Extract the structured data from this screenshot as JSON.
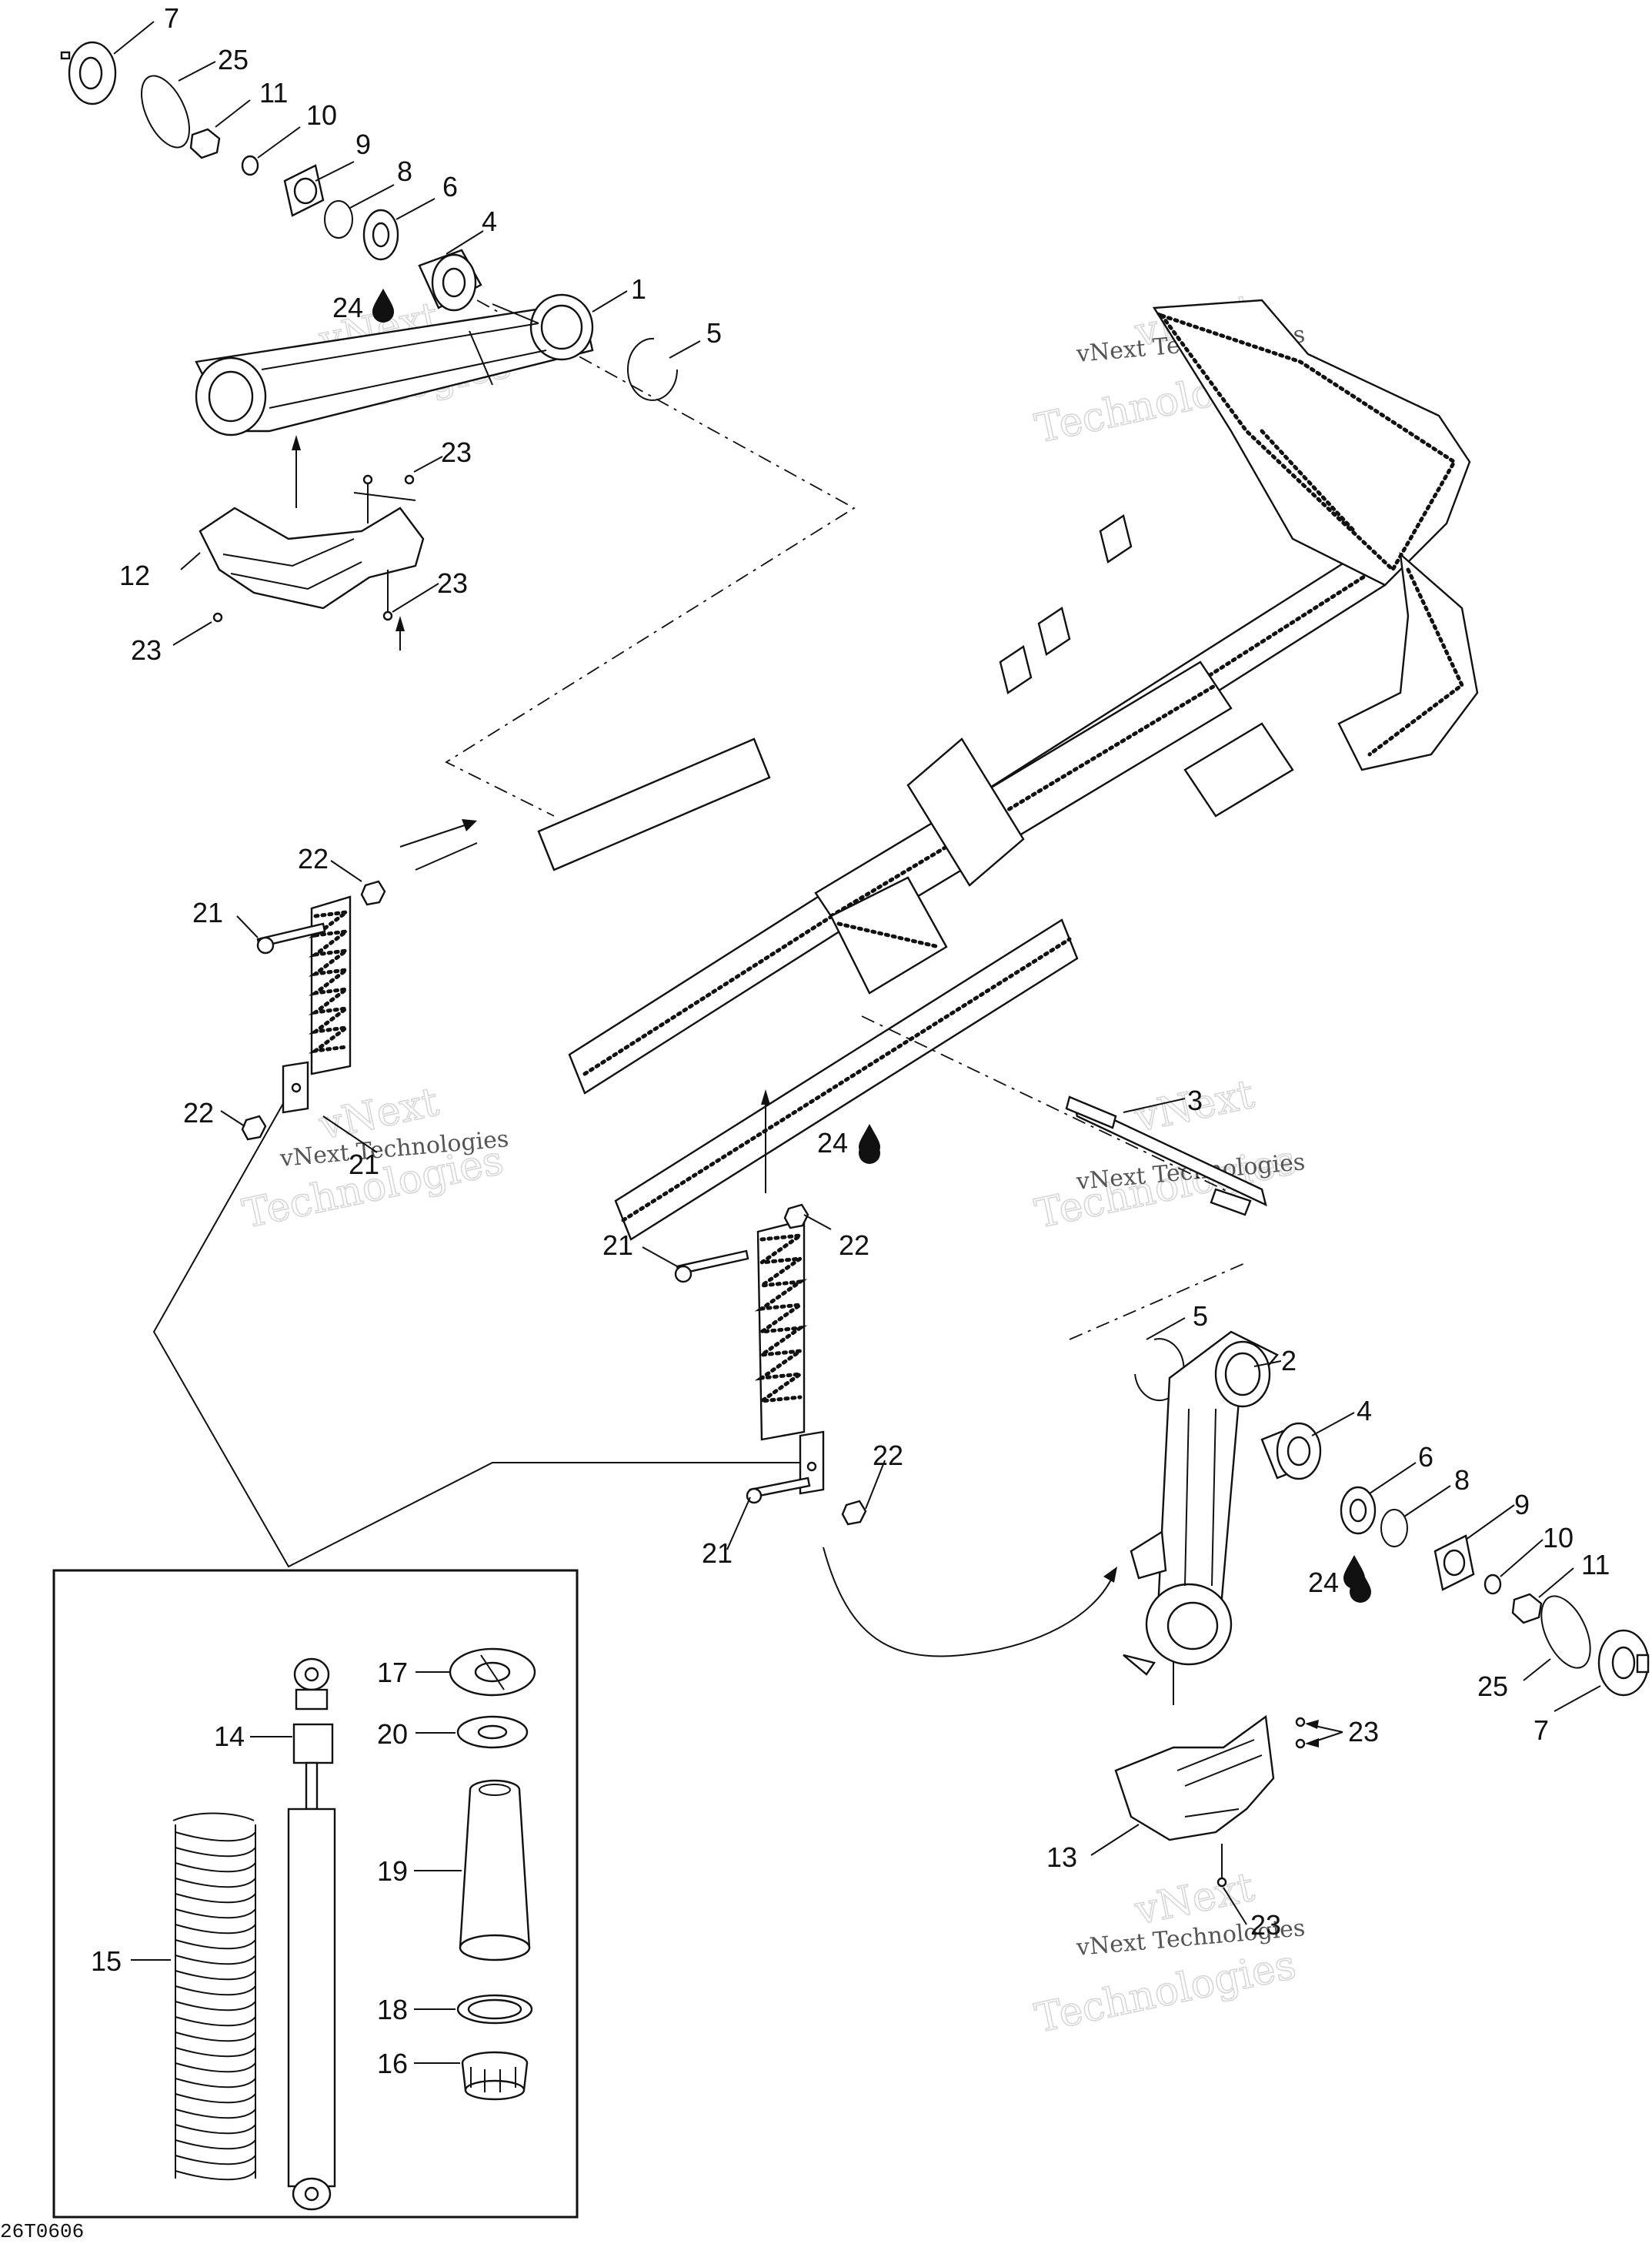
{
  "diagram": {
    "reference_code": "26T0606",
    "watermark": {
      "line1": "vNext Technologies",
      "line2": "vNext",
      "line3": "Technologies"
    },
    "callouts": [
      {
        "id": "c7a",
        "label": "7"
      },
      {
        "id": "c25a",
        "label": "25"
      },
      {
        "id": "c11a",
        "label": "11"
      },
      {
        "id": "c10a",
        "label": "10"
      },
      {
        "id": "c9a",
        "label": "9"
      },
      {
        "id": "c8a",
        "label": "8"
      },
      {
        "id": "c6a",
        "label": "6"
      },
      {
        "id": "c4a",
        "label": "4"
      },
      {
        "id": "c24a",
        "label": "24"
      },
      {
        "id": "c1",
        "label": "1"
      },
      {
        "id": "c5a",
        "label": "5"
      },
      {
        "id": "c23a",
        "label": "23"
      },
      {
        "id": "c12",
        "label": "12"
      },
      {
        "id": "c23b",
        "label": "23"
      },
      {
        "id": "c23c",
        "label": "23"
      },
      {
        "id": "c22a",
        "label": "22"
      },
      {
        "id": "c21a",
        "label": "21"
      },
      {
        "id": "c22b",
        "label": "22"
      },
      {
        "id": "c21b",
        "label": "21"
      },
      {
        "id": "c24b",
        "label": "24"
      },
      {
        "id": "c3",
        "label": "3"
      },
      {
        "id": "c21c",
        "label": "21"
      },
      {
        "id": "c22c",
        "label": "22"
      },
      {
        "id": "c5b",
        "label": "5"
      },
      {
        "id": "c2",
        "label": "2"
      },
      {
        "id": "c4b",
        "label": "4"
      },
      {
        "id": "c6b",
        "label": "6"
      },
      {
        "id": "c8b",
        "label": "8"
      },
      {
        "id": "c9b",
        "label": "9"
      },
      {
        "id": "c10b",
        "label": "10"
      },
      {
        "id": "c11b",
        "label": "11"
      },
      {
        "id": "c25b",
        "label": "25"
      },
      {
        "id": "c7b",
        "label": "7"
      },
      {
        "id": "c22d",
        "label": "22"
      },
      {
        "id": "c21d",
        "label": "21"
      },
      {
        "id": "c24c",
        "label": "24"
      },
      {
        "id": "c23d",
        "label": "23"
      },
      {
        "id": "c13",
        "label": "13"
      },
      {
        "id": "c23e",
        "label": "23"
      },
      {
        "id": "c17",
        "label": "17"
      },
      {
        "id": "c14",
        "label": "14"
      },
      {
        "id": "c20",
        "label": "20"
      },
      {
        "id": "c19",
        "label": "19"
      },
      {
        "id": "c15",
        "label": "15"
      },
      {
        "id": "c18",
        "label": "18"
      },
      {
        "id": "c16",
        "label": "16"
      }
    ]
  }
}
